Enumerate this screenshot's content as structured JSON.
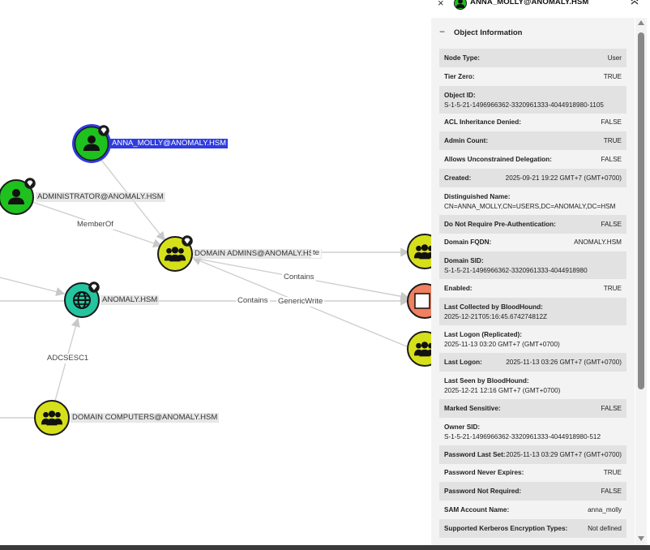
{
  "graph": {
    "nodes": {
      "anna_molly": "ANNA_MOLLY@ANOMALY.HSM",
      "administrator": "ADMINISTRATOR@ANOMALY.HSM",
      "domain_admins": "DOMAIN ADMINS@ANOMALY.HSM",
      "anomaly_domain": "ANOMALY.HSM",
      "domain_computers": "DOMAIN COMPUTERS@ANOMALY.HSM"
    },
    "edges": {
      "memberof": "MemberOf",
      "contains_1": "Contains",
      "contains_2": "Contains",
      "genericwrite": "GenericWrite",
      "adcsesc1": "ADCSESC1",
      "partial": "te"
    },
    "colors": {
      "user": "#1ec11e",
      "group": "#d6e01a",
      "domain": "#22c5a0",
      "gpo": "#f08060",
      "selected_ring": "#2f3ce0"
    }
  },
  "panel": {
    "close_icon": "close-icon",
    "title": "ANNA_MOLLY@ANOMALY.HSM",
    "collapse_icon": "double-chevron-up-icon",
    "section_toggle": "−",
    "section_title": "Object Information",
    "rows": [
      {
        "key": "Node Type:",
        "value": "User"
      },
      {
        "key": "Tier Zero:",
        "value": "TRUE"
      },
      {
        "key": "Object ID:",
        "value": "S-1-5-21-1496966362-3320961333-4044918980-1105"
      },
      {
        "key": "ACL Inheritance Denied:",
        "value": "FALSE"
      },
      {
        "key": "Admin Count:",
        "value": "TRUE"
      },
      {
        "key": "Allows Unconstrained Delegation:",
        "value": "FALSE"
      },
      {
        "key": "Created:",
        "value": "2025-09-21 19:22 GMT+7 (GMT+0700)"
      },
      {
        "key": "Distinguished Name:",
        "value": "CN=ANNA_MOLLY,CN=USERS,DC=ANOMALY,DC=HSM"
      },
      {
        "key": "Do Not Require Pre-Authentication:",
        "value": "FALSE"
      },
      {
        "key": "Domain FQDN:",
        "value": "ANOMALY.HSM"
      },
      {
        "key": "Domain SID:",
        "value": "S-1-5-21-1496966362-3320961333-4044918980"
      },
      {
        "key": "Enabled:",
        "value": "TRUE"
      },
      {
        "key": "Last Collected by BloodHound:",
        "value": "2025-12-21T05:16:45.674274812Z"
      },
      {
        "key": "Last Logon (Replicated):",
        "value": "2025-11-13 03:20 GMT+7 (GMT+0700)"
      },
      {
        "key": "Last Logon:",
        "value": "2025-11-13 03:26 GMT+7 (GMT+0700)"
      },
      {
        "key": "Last Seen by BloodHound:",
        "value": "2025-12-21 12:16 GMT+7 (GMT+0700)"
      },
      {
        "key": "Marked Sensitive:",
        "value": "FALSE"
      },
      {
        "key": "Owner SID:",
        "value": "S-1-5-21-1496966362-3320961333-4044918980-512"
      },
      {
        "key": "Password Last Set:",
        "value": "2025-11-13 03:29 GMT+7 (GMT+0700)"
      },
      {
        "key": "Password Never Expires:",
        "value": "TRUE"
      },
      {
        "key": "Password Not Required:",
        "value": "FALSE"
      },
      {
        "key": "SAM Account Name:",
        "value": "anna_molly"
      },
      {
        "key": "Supported Kerberos Encryption Types:",
        "value": "Not defined"
      }
    ]
  }
}
